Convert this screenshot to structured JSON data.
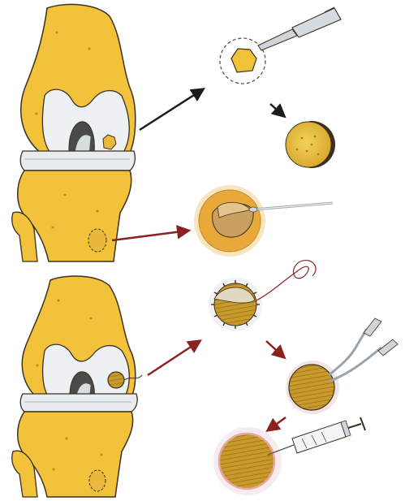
{
  "figure": {
    "steps": [
      "harvest-biopsy",
      "isolated-cartilage-plug",
      "periosteum-harvest",
      "periosteal-flap-sutured",
      "flap-edges-sealed",
      "cell-suspension-injected"
    ]
  },
  "colors": {
    "bone": "#f2c23a",
    "bone_dark": "#d9a11f",
    "cartilage": "#eef1f4",
    "meniscus": "#e8ecef",
    "outline": "#3c3020",
    "cell_fill": "#d8a935",
    "cell_dark": "#8a6a1e",
    "arrow_black": "#1c1c1c",
    "arrow_red": "#8a2222",
    "instrument": "#cfd6db",
    "membrane_pink": "#e9a7a0"
  }
}
